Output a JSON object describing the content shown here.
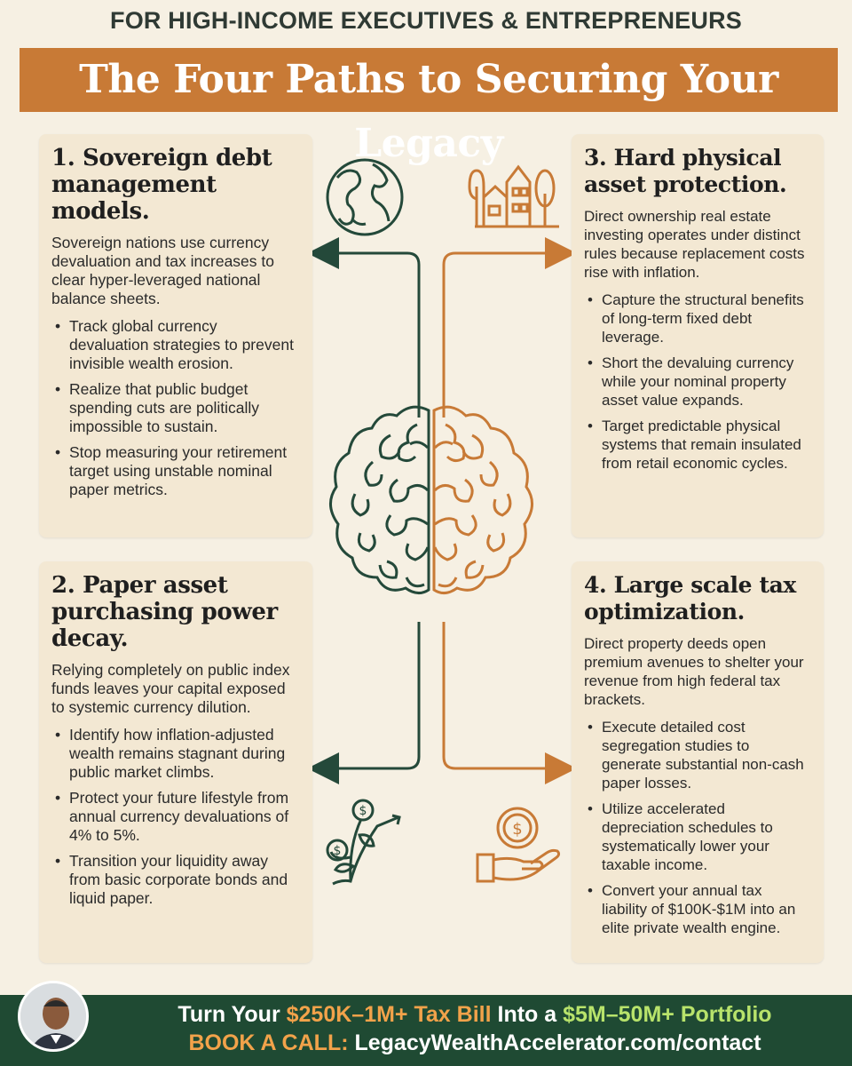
{
  "header": {
    "audience": "FOR HIGH-INCOME EXECUTIVES & ENTREPRENEURS",
    "title": "The Four Paths to Securing Your Legacy"
  },
  "cards": [
    {
      "title": "1. Sovereign debt management models.",
      "intro": "Sovereign nations use currency devaluation and tax increases to clear hyper-leveraged national balance sheets.",
      "bullets": [
        "Track global currency devaluation strategies to prevent invisible wealth erosion.",
        "Realize that public budget spending cuts are politically impossible to sustain.",
        "Stop measuring your retirement target using unstable nominal paper metrics."
      ]
    },
    {
      "title": "2. Paper asset purchasing power decay.",
      "intro": "Relying completely on public index funds leaves your capital exposed to systemic currency dilution.",
      "bullets": [
        "Identify how inflation-adjusted wealth remains stagnant during public market climbs.",
        "Protect your future lifestyle from annual currency devaluations of 4% to 5%.",
        "Transition your liquidity away from basic corporate bonds and liquid paper."
      ]
    },
    {
      "title": "3. Hard physical asset protection.",
      "intro": "Direct ownership real estate investing operates under distinct rules because replacement costs rise with inflation.",
      "bullets": [
        "Capture the structural benefits of long-term fixed debt leverage.",
        "Short the devaluing currency while your nominal property asset value expands.",
        "Target predictable physical systems that remain insulated from retail economic cycles."
      ]
    },
    {
      "title": "4. Large scale tax optimization.",
      "intro": "Direct property deeds open premium avenues to shelter your revenue from high federal tax brackets.",
      "bullets": [
        "Execute detailed cost segregation studies to generate substantial non-cash paper losses.",
        "Utilize accelerated depreciation schedules to systematically lower your taxable income.",
        "Convert your annual tax liability of $100K-$1M into an elite private wealth engine."
      ]
    }
  ],
  "icons": [
    "globe-icon",
    "house-trees-icon",
    "money-plant-icon",
    "hand-coin-icon",
    "brain-icon"
  ],
  "colors": {
    "accent_orange": "#c87a36",
    "dark_green": "#1f4a33",
    "card_bg": "#f3e8d3",
    "page_bg": "#f6f0e3"
  },
  "footer": {
    "line1_a": "Turn Your ",
    "line1_b": "$250K–1M+ Tax Bill",
    "line1_c": " Into a ",
    "line1_d": "$5M–50M+ Portfolio",
    "line2_a": "BOOK A CALL: ",
    "line2_b": "LegacyWealthAccelerator.com/contact"
  }
}
